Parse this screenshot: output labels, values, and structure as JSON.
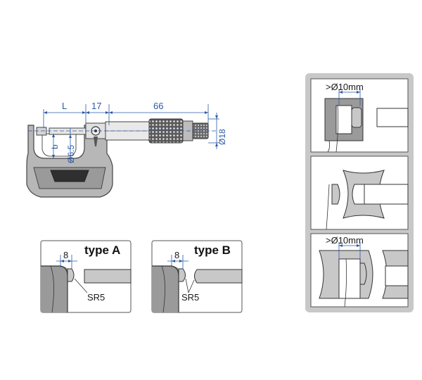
{
  "micrometer": {
    "dim_L": "L",
    "dim_17": "17",
    "dim_66": "66",
    "dim_b": "b",
    "dim_d65": "Ø6.5",
    "dim_d18": "Ø18"
  },
  "type_a": {
    "title": "type A",
    "dim": "8",
    "radius": "SR5"
  },
  "type_b": {
    "title": "type B",
    "dim": "8",
    "radius": "SR5"
  },
  "applications": {
    "panel1_label": ">Ø10mm",
    "panel3_label": ">Ø10mm"
  },
  "colors": {
    "dimension": "#2a5aa8",
    "panel_gray": "#c8c8c8",
    "part_gray": "#9a9a9a",
    "frame_border": "#3a3a3a"
  }
}
